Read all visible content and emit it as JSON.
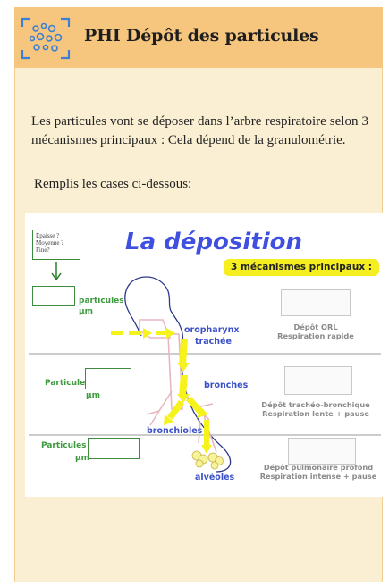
{
  "header": {
    "title": "PHI Dépôt des particules",
    "icon": "particles-icon"
  },
  "intro": "Les particules vont se déposer dans l’arbre respiratoire selon 3 mécanismes principaux : Cela dépend de la granulométrie.",
  "instruction": "Remplis les cases ci-dessous:",
  "diagram": {
    "title": "La déposition",
    "choices": [
      "Épaisse ?",
      "Moyenne ?",
      "Fine?"
    ],
    "mechanisms_label": "3 mécanismes principaux :",
    "rows": [
      {
        "particles": "particules",
        "unit": "µm",
        "deposit": "Dépôt ORL",
        "breathing": "Respiration rapide"
      },
      {
        "particles": "Particules",
        "unit": "µm",
        "deposit": "Dépôt trachéo-bronchique",
        "breathing": "Respiration lente + pause"
      },
      {
        "particles": "Particules",
        "unit": "µm",
        "deposit": "Dépôt pulmonaire profond",
        "breathing": "Respiration intense + pause"
      }
    ],
    "anatomy": {
      "oropharynx": "oropharynx",
      "trachea": "trachée",
      "bronchi": "bronches",
      "bronchioles": "bronchioles",
      "alveoli": "alvéoles"
    }
  },
  "colors": {
    "header_bg": "#f6c67e",
    "card_bg": "#fbefd3",
    "title_blue": "#3f4fe0",
    "badge_yellow": "#f5ee21",
    "green": "#3e8a3e"
  }
}
